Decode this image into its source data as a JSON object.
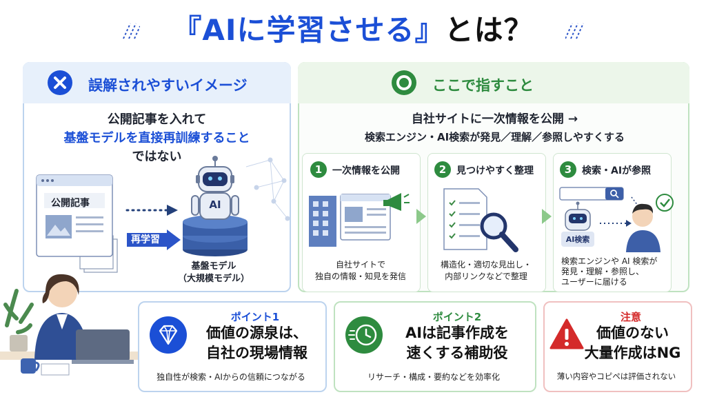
{
  "title": {
    "bracket_open": "『",
    "highlight": "AIに学習させる",
    "bracket_close": "』",
    "suffix": "とは？"
  },
  "misconception": {
    "header": "誤解されやすいイメージ",
    "line1": "公開記事を入れて",
    "line2": "基盤モデルを直接再訓練すること",
    "line3": "ではない",
    "doc_label": "公開記事",
    "retrain_label": "再学習",
    "robot_label": "AI",
    "model_label1": "基盤モデル",
    "model_label2": "（大規模モデル）"
  },
  "goal": {
    "header": "ここで指すこと",
    "line1": "自社サイトに一次情報を公開 →",
    "line2": "検索エンジン・AI検索が発見／理解／参照しやすくする",
    "steps": [
      {
        "num": "1",
        "title": "一次情報を公開",
        "desc1": "自社サイトで",
        "desc2": "独自の情報・知見を発信",
        "desc3": ""
      },
      {
        "num": "2",
        "title": "見つけやすく整理",
        "desc1": "構造化・適切な見出し・",
        "desc2": "内部リンクなどで整理",
        "desc3": ""
      },
      {
        "num": "3",
        "title": "検索・AIが参照",
        "desc1": "検索エンジンや AI 検索が",
        "desc2": "発見・理解・参照し、",
        "desc3": "ユーザーに届ける"
      }
    ],
    "ai_search_label": "AI検索"
  },
  "points": [
    {
      "label": "ポイント1",
      "main1": "価値の源泉は、",
      "main2": "自社の現場情報",
      "sub": "独自性が検索・AIからの信頼につながる"
    },
    {
      "label": "ポイント2",
      "main1": "AIは記事作成を",
      "main2": "速くする補助役",
      "sub": "リサーチ・構成・要約などを効率化"
    },
    {
      "label": "注意",
      "main1": "価値のない",
      "main2": "大量作成はNG",
      "sub": "薄い内容やコピペは評価されない"
    }
  ],
  "colors": {
    "blue": "#1b4fd6",
    "green": "#2e8b3f",
    "red": "#d42a2a",
    "navy": "#23407a"
  }
}
